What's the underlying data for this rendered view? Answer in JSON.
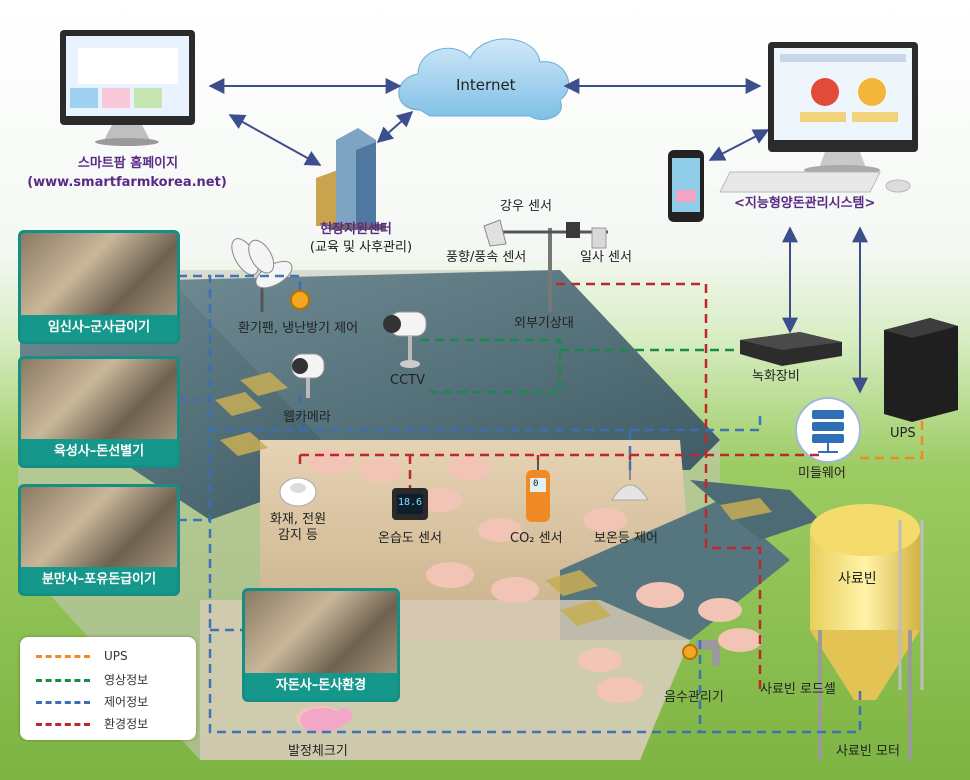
{
  "cloud": {
    "label": "Internet"
  },
  "homepage": {
    "title": "스마트팜 홈페이지",
    "url": "(www.smartfarmkorea.net)"
  },
  "support_center": {
    "title": "현장지원센터",
    "subtitle": "(교육 및 사후관리)"
  },
  "mgmt_system": {
    "title": "<지능형양돈관리시스템>"
  },
  "weather": {
    "rain": "강우 센서",
    "wind": "풍향/풍속 센서",
    "solar": "일사 센서",
    "station": "외부기상대"
  },
  "devices": {
    "fan": "환기팬, 냉난방기 제어",
    "cctv": "CCTV",
    "webcam": "웹카메라",
    "recorder": "녹화장비",
    "ups": "UPS",
    "middleware": "미들웨어",
    "fire": "화재, 전원\n감지 등",
    "temp": "온습도 센서",
    "co2": "CO₂ 센서",
    "heat_lamp": "보온등 제어",
    "feed_bin": "사료빈",
    "feed_load": "사료빈 로드셀",
    "water": "음수관리기",
    "feed_motor": "사료빈 모터",
    "estrus": "발정체크기"
  },
  "displays": {
    "temp_value": "18.6",
    "co2_value": "0"
  },
  "panels": [
    {
      "label": "임신사–군사급이기"
    },
    {
      "label": "육성사–돈선별기"
    },
    {
      "label": "분만사–포유돈급이기"
    },
    {
      "label": "자돈사–돈사환경"
    }
  ],
  "legend": [
    {
      "label": "UPS",
      "color": "#f08a24"
    },
    {
      "label": "영상정보",
      "color": "#1a8a4a"
    },
    {
      "label": "제어정보",
      "color": "#3a6fb5"
    },
    {
      "label": "환경정보",
      "color": "#c0272d"
    }
  ]
}
